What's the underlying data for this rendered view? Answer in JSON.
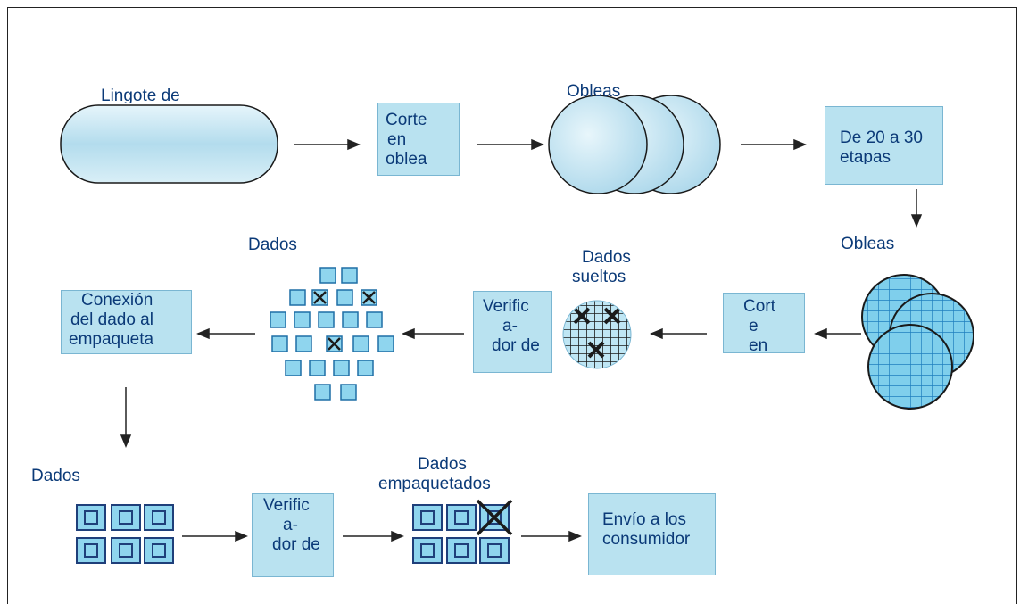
{
  "labels": {
    "ingot": "Lingote de",
    "wafers_top": "Obleas",
    "wafers_right": "Obleas",
    "dice_top": "Dados",
    "loose_dice_1": "Dados",
    "loose_dice_2": "sueltos",
    "dice_bottom": "Dados",
    "packaged_dice_1": "Dados",
    "packaged_dice_2": "empaquetados"
  },
  "boxes": {
    "wafer_cut": [
      "Corte",
      "en",
      "oblea"
    ],
    "steps": [
      "De 20 a 30",
      "etapas"
    ],
    "cut_right": [
      "Cort",
      "e",
      "en"
    ],
    "verifier_mid": [
      "Verific",
      "a-",
      "dor de"
    ],
    "bonding": [
      "Conexión",
      "del dado al",
      "empaqueta"
    ],
    "verifier_bottom": [
      "Verific",
      "a-",
      "dor de"
    ],
    "shipping": [
      "Envío a los",
      "consumidor"
    ]
  },
  "colors": {
    "fill": "#b9e2f0",
    "border": "#7ab6d2",
    "text": "#0b3a78",
    "grid": "#1f7fbf",
    "arrow": "#222222"
  }
}
